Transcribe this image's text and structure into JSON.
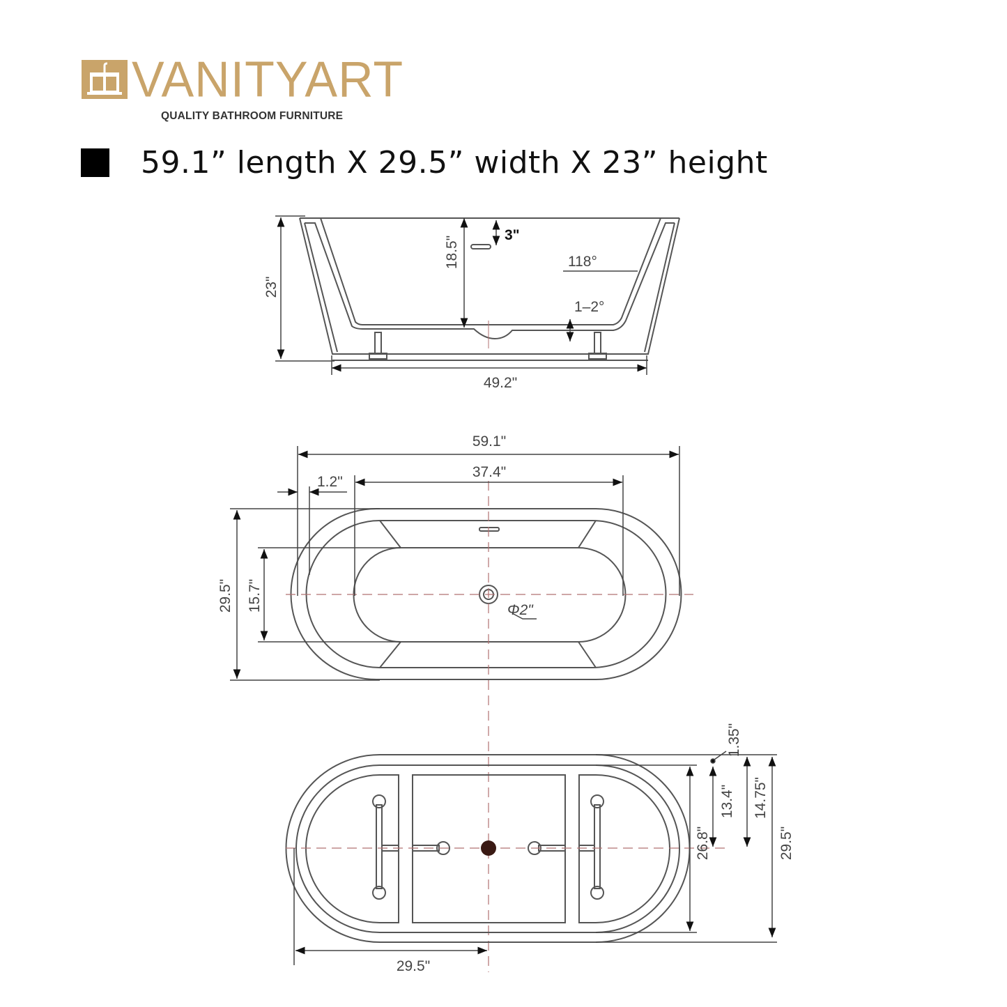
{
  "brand": {
    "name": "VANITYART",
    "tagline": "QUALITY BATHROOM FURNITURE",
    "color": "#c9a46a",
    "icon": "vanity-sink-icon"
  },
  "spec": {
    "bullet_icon": "black-square-icon",
    "text": "59.1” length X 29.5” width X 23” height"
  },
  "side_view": {
    "overall_height": "23\"",
    "water_depth": "18.5\"",
    "overflow_offset": "3\"",
    "wall_angle": "118°",
    "floor_slope": "1–2°",
    "base_length": "49.2\""
  },
  "top_view": {
    "overall_length": "59.1\"",
    "interior_length": "37.4\"",
    "rim_width": "1.2\"",
    "overall_width": "29.5\"",
    "interior_width": "15.7\"",
    "drain_diameter": "Φ2\""
  },
  "bottom_view": {
    "half_length": "29.5\"",
    "rim_offset": "1.35\"",
    "half_inner_width": "13.4\"",
    "half_width": "14.75\"",
    "inner_width": "26.8\"",
    "overall_width": "29.5\""
  },
  "colors": {
    "line": "#555555",
    "centerline": "#b07070",
    "drain_fill": "#3a1a14"
  }
}
